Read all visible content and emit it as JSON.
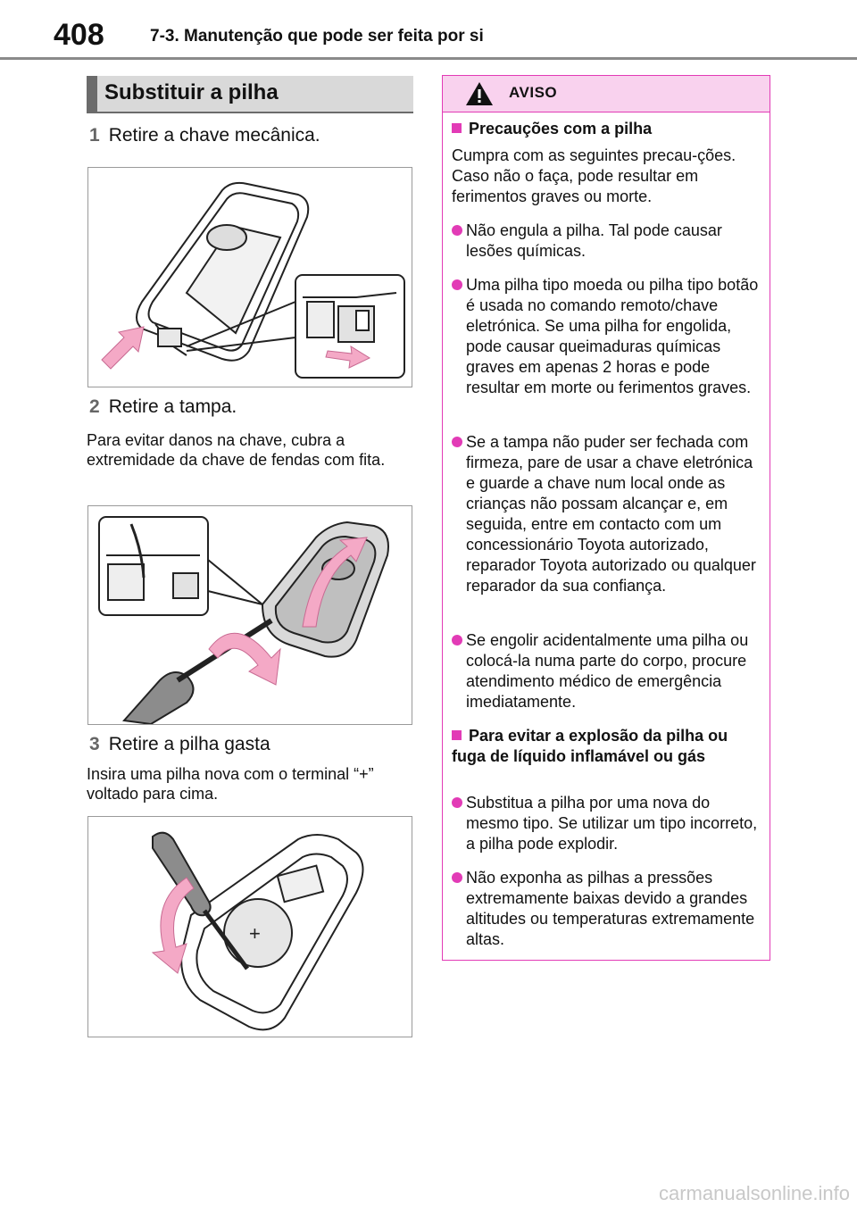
{
  "header": {
    "page_number": "408",
    "chapter": "7-3. Manutenção que pode ser feita por si"
  },
  "section": {
    "title": "Substituir a pilha"
  },
  "steps": [
    {
      "number": "1",
      "text": "Retire a chave mecânica."
    },
    {
      "number": "2",
      "text": "Retire a tampa.",
      "note": "Para evitar danos na chave, cubra a extremidade da chave de fendas com fita."
    },
    {
      "number": "3",
      "text": "Retire a pilha gasta",
      "note": "Insira uma pilha nova com o terminal “+” voltado para cima."
    }
  ],
  "warning": {
    "title": "AVISO",
    "sub1": "Precauções com a pilha",
    "intro": "Cumpra com as seguintes precau-ções. Caso não o faça, pode resultar em ferimentos graves ou morte.",
    "bullets1": [
      "Não engula a pilha. Tal pode causar lesões químicas.",
      "Uma pilha tipo moeda ou pilha tipo botão é usada no comando remoto/chave eletrónica. Se uma pilha for engolida, pode causar queimaduras químicas graves em apenas 2 horas e pode resultar em morte ou ferimentos graves.",
      "Se a tampa não puder ser fechada com firmeza, pare de usar a chave eletrónica e guarde a chave num local onde as crianças não possam alcançar e, em seguida, entre em contacto com um concessionário Toyota autorizado, reparador Toyota autorizado ou qualquer reparador da sua confiança.",
      "Se engolir acidentalmente uma pilha ou colocá-la numa parte do corpo, procure atendimento médico de emergência imediatamente."
    ],
    "sub2": "Para evitar a explosão da pilha ou fuga de líquido inflamável ou gás",
    "bullets2": [
      "Substitua a pilha por uma nova do mesmo tipo. Se utilizar um tipo incorreto, a pilha pode explodir.",
      "Não exponha as pilhas a pressões extremamente baixas devido a grandes altitudes ou temperaturas extremamente altas."
    ]
  },
  "figure3": {
    "plus_sign": "+"
  },
  "footer": {
    "watermark": "carmanualsonline.info"
  },
  "colors": {
    "accent": "#e23bb6",
    "warning_header": "#f9d2ee",
    "arrow": "#f08fb4"
  }
}
